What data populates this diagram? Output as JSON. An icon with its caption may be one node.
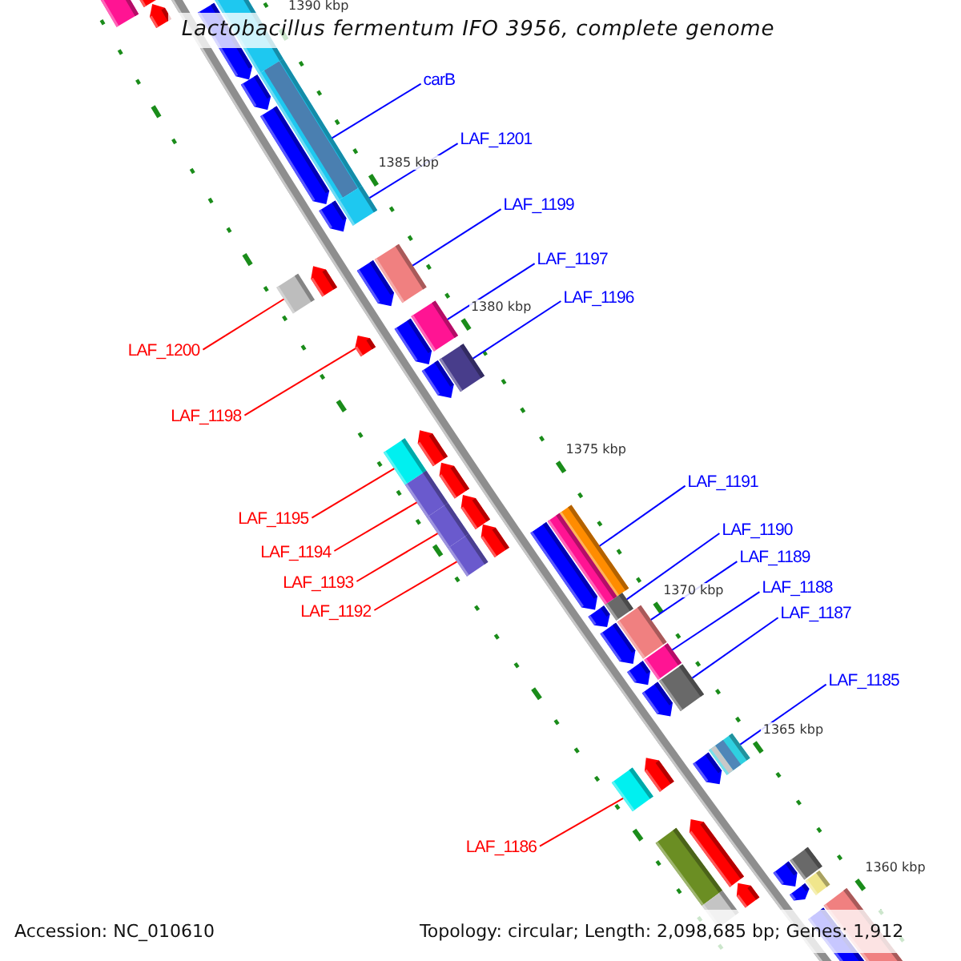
{
  "diagram": {
    "title": "Lactobacillus fermentum IFO 3956, complete genome",
    "nodes": [
      {
        "text": [
          "carB"
        ]
      },
      {
        "text": [
          "LAF_1201"
        ]
      },
      {
        "text": [
          "LAF_1199"
        ]
      },
      {
        "text": [
          "LAF_1197"
        ]
      },
      {
        "text": [
          "LAF_1196"
        ]
      },
      {
        "text": [
          "LAF_1200"
        ]
      },
      {
        "text": [
          "LAF_1198"
        ]
      },
      {
        "text": [
          "LAF_1191"
        ]
      },
      {
        "text": [
          "LAF_1195"
        ]
      },
      {
        "text": [
          "LAF_1190"
        ]
      },
      {
        "text": [
          "LAF_1194"
        ]
      },
      {
        "text": [
          "LAF_1189"
        ]
      },
      {
        "text": [
          "LAF_1193"
        ]
      },
      {
        "text": [
          "LAF_1188"
        ]
      },
      {
        "text": [
          "LAF_1192"
        ]
      },
      {
        "text": [
          "LAF_1187"
        ]
      },
      {
        "text": [
          "LAF_1185"
        ]
      },
      {
        "text": [
          "LAF_1186"
        ]
      },
      {
        "text": [],
        "shape": "box"
      },
      {
        "text": [],
        "shape": "pentagon"
      },
      {
        "text": [],
        "shape": "pentagon"
      },
      {
        "text": [],
        "shape": "box"
      },
      {
        "text": [],
        "shape": "pentagon"
      },
      {
        "text": [],
        "shape": "pentagon"
      },
      {
        "text": [],
        "shape": "box"
      },
      {
        "text": [],
        "shape": "pentagon"
      },
      {
        "text": [],
        "shape": "box"
      },
      {
        "text": [],
        "shape": "pentagon"
      },
      {
        "text": [],
        "shape": "box"
      },
      {
        "text": [],
        "shape": "pentagon"
      },
      {
        "text": [],
        "shape": "pentagon"
      },
      {
        "text": [],
        "shape": "box"
      },
      {
        "text": [],
        "shape": "box"
      },
      {
        "text": [],
        "shape": "pentagon"
      },
      {
        "text": [],
        "shape": "pentagon"
      },
      {
        "text": [],
        "shape": "box"
      },
      {
        "text": [],
        "shape": "pentagon"
      },
      {
        "text": [],
        "shape": "pentagon"
      },
      {
        "text": [],
        "shape": "box"
      },
      {
        "text": [],
        "shape": "pentagon"
      },
      {
        "text": [],
        "shape": "box"
      },
      {
        "text": [],
        "shape": "pentagon"
      },
      {
        "text": [],
        "shape": "box"
      },
      {
        "text": [],
        "shape": "pentagon"
      },
      {
        "text": [],
        "shape": "box"
      },
      {
        "text": [],
        "shape": "box"
      },
      {
        "text": [],
        "shape": "box"
      },
      {
        "text": [],
        "shape": "pentagon"
      },
      {
        "text": [],
        "shape": "box"
      },
      {
        "text": [],
        "shape": "pentagon"
      },
      {
        "text": [],
        "shape": "box"
      },
      {
        "text": [],
        "shape": "pentagon"
      },
      {
        "text": [],
        "shape": "box"
      },
      {
        "text": [],
        "shape": "pentagon"
      },
      {
        "text": [],
        "shape": "box"
      },
      {
        "text": [],
        "shape": "pentagon"
      },
      {
        "text": [],
        "shape": "box"
      },
      {
        "text": [],
        "shape": "pentagon"
      },
      {
        "text": [],
        "shape": "pentagon"
      },
      {
        "text": [],
        "shape": "box"
      },
      {
        "text": [],
        "shape": "pentagon"
      },
      {
        "text": [],
        "shape": "box"
      },
      {
        "text": [],
        "shape": "box"
      },
      {
        "text": [],
        "shape": "pentagon"
      },
      {
        "text": [],
        "shape": "box"
      },
      {
        "text": [],
        "shape": "pentagon"
      },
      {
        "text": [],
        "shape": "pentagon"
      },
      {
        "text": [],
        "shape": "box"
      },
      {
        "text": [],
        "shape": "pentagon"
      },
      {
        "text": [],
        "shape": "box"
      }
    ],
    "edges": [
      {
        "from": 0,
        "to": 24,
        "arrow": "none"
      },
      {
        "from": 1,
        "to": 26,
        "arrow": "none"
      },
      {
        "from": 2,
        "to": 28,
        "arrow": "none"
      },
      {
        "from": 3,
        "to": 32,
        "arrow": "none"
      },
      {
        "from": 4,
        "to": 35,
        "arrow": "none"
      },
      {
        "from": 5,
        "to": 31,
        "arrow": "none",
        "color": "#ff0000"
      },
      {
        "from": 6,
        "to": 33,
        "arrow": "none",
        "color": "#ff0000"
      },
      {
        "from": 7,
        "to": 44,
        "arrow": "none"
      },
      {
        "from": 8,
        "to": 38,
        "arrow": "none",
        "color": "#ff0000"
      },
      {
        "from": 9,
        "to": 48,
        "arrow": "none"
      },
      {
        "from": 10,
        "to": 40,
        "arrow": "none",
        "color": "#ff0000"
      },
      {
        "from": 11,
        "to": 50,
        "arrow": "none"
      },
      {
        "from": 12,
        "to": 42,
        "arrow": "none",
        "color": "#ff0000"
      },
      {
        "from": 13,
        "to": 52,
        "arrow": "none"
      },
      {
        "from": 14,
        "to": 45,
        "arrow": "none",
        "color": "#ff0000"
      },
      {
        "from": 15,
        "to": 54,
        "arrow": "none"
      },
      {
        "from": 16,
        "to": 56,
        "arrow": "none"
      },
      {
        "from": 17,
        "to": 59,
        "arrow": "none",
        "color": "#ff0000"
      }
    ],
    "labels": [
      "1390 kbp",
      "1385 kbp",
      "1380 kbp",
      "1375 kbp",
      "1370 kbp",
      "1365 kbp",
      "1360 kbp",
      "Accession: NC_010610",
      "Topology: circular; Length: 2,098,685 bp; Genes: 1,912"
    ]
  }
}
